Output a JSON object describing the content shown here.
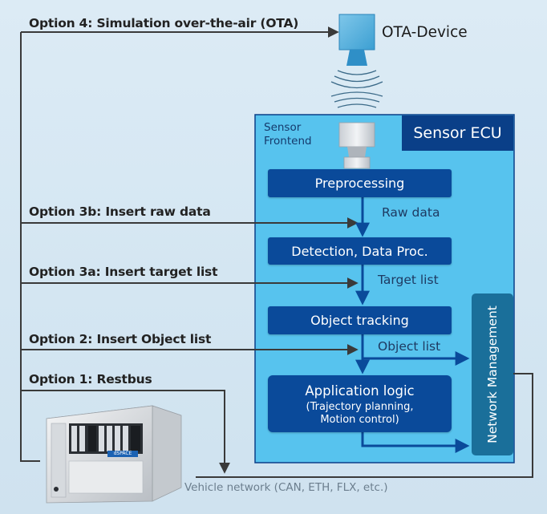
{
  "options": {
    "opt4": "Option 4: Simulation over-the-air (OTA)",
    "opt3b": "Option 3b: Insert raw data",
    "opt3a": "Option 3a: Insert target list",
    "opt2": "Option 2: Insert Object list",
    "opt1": "Option 1: Restbus"
  },
  "ota_device": "OTA-Device",
  "ecu": {
    "title": "Sensor ECU",
    "frontend_line1": "Sensor",
    "frontend_line2": "Frontend",
    "blocks": {
      "preprocessing": "Preprocessing",
      "detection": "Detection, Data Proc.",
      "tracking": "Object tracking",
      "app_main": "Application logic",
      "app_sub1": "(Trajectory planning,",
      "app_sub2": "Motion control)"
    },
    "flows": {
      "raw": "Raw data",
      "target": "Target list",
      "object": "Object list"
    },
    "network_management": "Network Management"
  },
  "vehicle_network": "Vehicle network (CAN, ETH, FLX, etc.)",
  "hil_brand": "dSPACE",
  "colors": {
    "ecu_bg": "#57c3ee",
    "block": "#0a4a9a",
    "title_bg": "#0a3f88",
    "arrow": "#0a4a9a",
    "line": "#3a3a3a",
    "nm": "#1a6f9a"
  }
}
